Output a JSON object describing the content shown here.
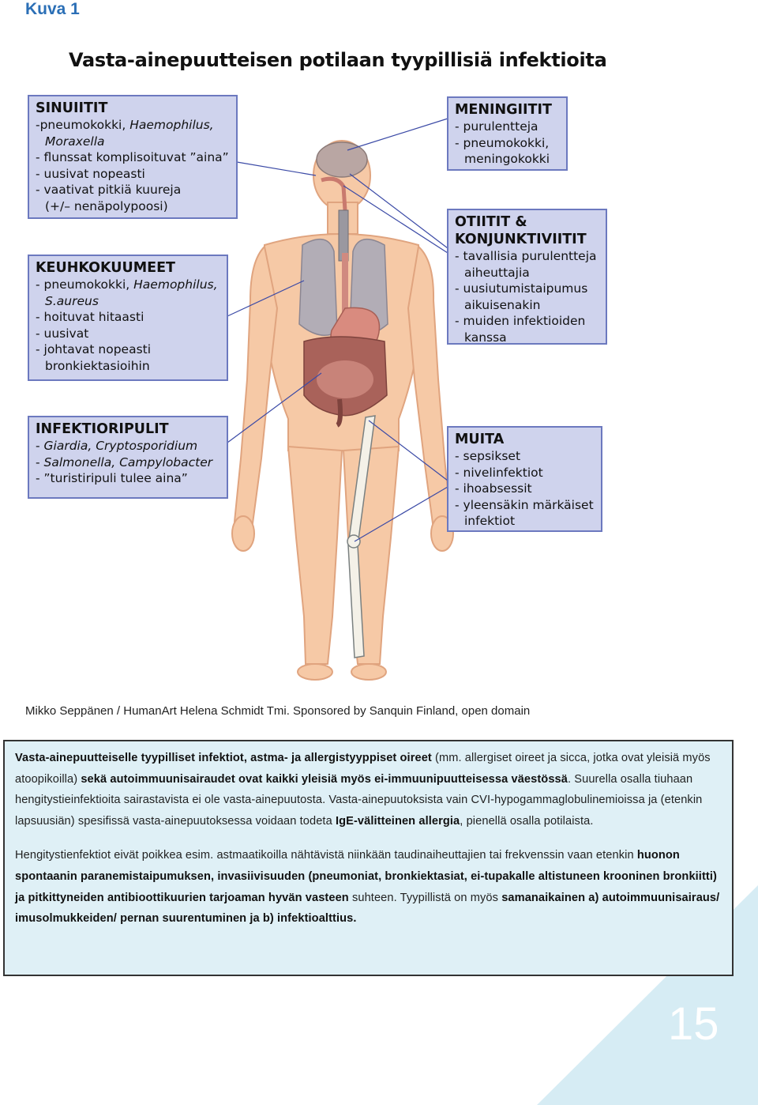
{
  "heading": "Kuva 1",
  "figure": {
    "title": "Vasta-ainepuutteisen potilaan tyypillisiä infektioita",
    "boxes": {
      "sinuiitit": {
        "title": "SINUIITIT",
        "l1a": "-pneumokokki, ",
        "l1b": "Haemophilus,",
        "l2": "Moraxella",
        "l3": "- flunssat komplisoituvat ”aina”",
        "l4": "- uusivat nopeasti",
        "l5": "- vaativat pitkiä kuureja",
        "l6": "(+/– nenäpolypoosi)"
      },
      "keuhkokuumeet": {
        "title": "KEUHKOKUUMEET",
        "l1a": "- pneumokokki, ",
        "l1b": "Haemophilus,",
        "l2": "S.aureus",
        "l3": "- hoituvat hitaasti",
        "l4": "- uusivat",
        "l5": "- johtavat nopeasti",
        "l6": "bronkiektasioihin"
      },
      "infektioripulit": {
        "title": "INFEKTIORIPULIT",
        "l1a": "- ",
        "l1b": "Giardia, Cryptosporidium",
        "l2a": "- ",
        "l2b": "Salmonella, Campylobacter",
        "l3": "- ”turistiripuli tulee aina”"
      },
      "meningiitit": {
        "title": "MENINGIITIT",
        "l1": "- purulentteja",
        "l2": "- pneumokokki,",
        "l3": "meningokokki"
      },
      "otiitit": {
        "title1": "OTIITIT &",
        "title2": "KONJUNKTIVIITIT",
        "l1": "- tavallisia purulentteja",
        "l2": "aiheuttajia",
        "l3": "- uusiutumistaipumus",
        "l4": "aikuisenakin",
        "l5": "- muiden infektioiden",
        "l6": "kanssa"
      },
      "muita": {
        "title": "MUITA",
        "l1": "- sepsikset",
        "l2": "- nivelinfektiot",
        "l3": "- ihoabsessit",
        "l4": "- yleensäkin märkäiset",
        "l5": "infektiot"
      }
    }
  },
  "credit": "Mikko Seppänen / HumanArt Helena Schmidt Tmi. Sponsored by Sanquin Finland, open domain",
  "textbox": {
    "p1": [
      {
        "t": "Vasta-ainepuutteiselle tyypilliset infektiot, astma- ja allergistyyppiset oireet",
        "b": true
      },
      {
        "t": " (mm. allergiset oireet ja sicca, jotka ovat yleisiä myös atoopikoilla) ",
        "b": false
      },
      {
        "t": "sekä autoimmuunisairaudet ovat kaikki yleisiä myös ei-immuunipuutteisessa väestössä",
        "b": true
      },
      {
        "t": ". Suurella osalla tiuhaan hengitystieinfektioita sairastavista ei ole vasta-ainepuutosta. Vasta-ainepuutoksista vain CVI-hypogammaglobulinemioissa ja (etenkin lapsuusiän) spesifissä vasta-ainepuutoksessa voidaan todeta ",
        "b": false
      },
      {
        "t": "IgE-välitteinen allergia",
        "b": true
      },
      {
        "t": ", pienellä osalla potilaista.",
        "b": false
      }
    ],
    "p2": [
      {
        "t": "Hengitystienfektiot eivät poikkea esim. astmaatikoilla nähtävistä niinkään taudinaiheuttajien tai frekvenssin vaan etenkin ",
        "b": false
      },
      {
        "t": "huonon spontaanin paranemistaipumuksen, invasiivisuuden (pneumoniat, bronkiektasiat, ei-tupakalle altistuneen krooninen  bronkiitti)  ja pitkittyneiden antibioottikuurien tarjoaman hyvän vasteen",
        "b": true
      },
      {
        "t": " suhteen. Tyypillistä on myös ",
        "b": false
      },
      {
        "t": "samanaikainen a) autoimmuunisairaus/ imusolmukkeiden/ pernan suurentuminen ja b) infektioalttius.",
        "b": true
      }
    ]
  },
  "page_number": "15",
  "colors": {
    "heading": "#2b6fb6",
    "box_fill": "#cfd3ed",
    "box_border": "#6c79bf",
    "text_panel": "#dff0f6",
    "corner": "#d6ecf4",
    "skin": "#f6c9a6",
    "organ": "#c97a6e"
  }
}
